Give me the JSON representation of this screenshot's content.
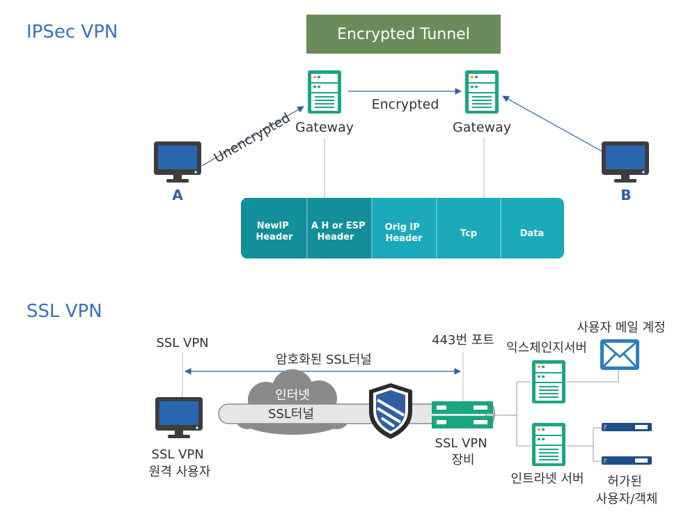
{
  "ipsec": {
    "title": "IPSec VPN",
    "banner": "Encrypted Tunnel",
    "unencrypted_label": "Unencrypted",
    "encrypted_label": "Encrypted",
    "gateway_left": "Gateway",
    "gateway_right": "Gateway",
    "host_a": "A",
    "host_b": "B",
    "packet": {
      "cell1": [
        "NewIP",
        "Header"
      ],
      "cell2": [
        "A H or ESP",
        "Header"
      ],
      "cell3": [
        "Orig IP",
        "Header"
      ],
      "cell4": "Tcp",
      "cell5": "Data"
    }
  },
  "ssl": {
    "title": "SSL VPN",
    "ssl_vpn_top": "SSL VPN",
    "tunnel_caption": "암호화된 SSL터널",
    "port_label": "443번 포트",
    "internet_label": "인터넷",
    "tunnel_label": "SSL터널",
    "remote_user": [
      "SSL VPN",
      "원격 사용자"
    ],
    "device": [
      "SSL VPN",
      "장비"
    ],
    "exchange_server": "익스체인지서버",
    "mail_account": "사용자 메일 계정",
    "intranet_server": "인트라넷 서버",
    "authorized": [
      "허가된",
      "사용자/객체"
    ]
  },
  "colors": {
    "title_blue": "#3a6fbf",
    "banner_green": "#6b8c5a",
    "teal": "#1aaab9",
    "teal_dark": "#138e9b",
    "server_green": "#1aa583",
    "monitor_dark": "#3d3d3d",
    "screen_blue": "#2a66b0",
    "arrow_blue": "#2f5f9e"
  }
}
